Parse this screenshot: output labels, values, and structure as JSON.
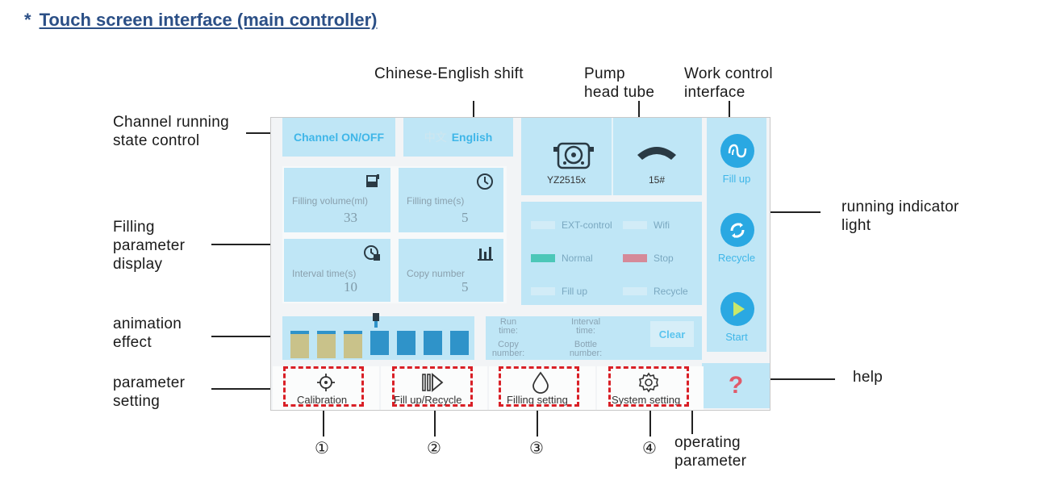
{
  "heading": {
    "star": "*",
    "text": "Touch screen interface (main controller)"
  },
  "callouts": {
    "chinese_english": "Chinese-English shift",
    "pump_head": [
      "Pump",
      "head tube"
    ],
    "work_control": [
      "Work control",
      "interface"
    ],
    "channel_state": [
      "Channel running",
      "state control"
    ],
    "filling_param": [
      "Filling",
      "parameter",
      "display"
    ],
    "running_light": [
      "running indicator",
      "light"
    ],
    "animation": [
      "animation",
      "effect"
    ],
    "param_setting": [
      "parameter",
      "setting"
    ],
    "help": "help",
    "operating": [
      "operating",
      "parameter"
    ]
  },
  "screen": {
    "channel_btn": "Channel ON/OFF",
    "lang_cn": "中文",
    "lang_en": "English",
    "pump_model": "YZ2515x",
    "tube_size": "15#",
    "params": [
      {
        "label": "Filling volume(ml)",
        "value": "33",
        "icon": "bottle-icon"
      },
      {
        "label": "Filling time(s)",
        "value": "5",
        "icon": "clock-icon"
      },
      {
        "label": "Interval time(s)",
        "value": "10",
        "icon": "timer-icon"
      },
      {
        "label": "Copy number",
        "value": "5",
        "icon": "bar-chart-icon"
      }
    ],
    "indicators": [
      {
        "label": "EXT-control",
        "color": "#d2ecf7"
      },
      {
        "label": "Wifi",
        "color": "#d2ecf7"
      },
      {
        "label": "Normal",
        "color": "#4cc7b8"
      },
      {
        "label": "Stop",
        "color": "#d58a99"
      },
      {
        "label": "Fill up",
        "color": "#d2ecf7"
      },
      {
        "label": "Recycle",
        "color": "#d2ecf7"
      }
    ],
    "ops": {
      "run_time": [
        "Run",
        "time:"
      ],
      "interval_time": [
        "Interval",
        "time:"
      ],
      "copy_number": [
        "Copy",
        "number:"
      ],
      "bottle_number": [
        "Bottle",
        "number:"
      ],
      "clear": "Clear"
    },
    "side": {
      "fill_up": "Fill up",
      "recycle": "Recycle",
      "start": "Start",
      "help": "?"
    },
    "bottom": [
      {
        "label": "Calibration",
        "icon": "crosshair-icon",
        "num": "①"
      },
      {
        "label": "Fill up/Recycle",
        "icon": "play-pause-icon",
        "num": "②"
      },
      {
        "label": "Filling setting",
        "icon": "droplet-icon",
        "num": "③"
      },
      {
        "label": "System setting",
        "icon": "gear-icon",
        "num": "④"
      }
    ]
  },
  "colors": {
    "tile": "#bfe6f6",
    "accent": "#3fb6e8",
    "dash": "#d91f26",
    "heading": "#2b4f86",
    "bottle_filled": "#c9c28a",
    "bottle_empty": "#2f93c9"
  }
}
